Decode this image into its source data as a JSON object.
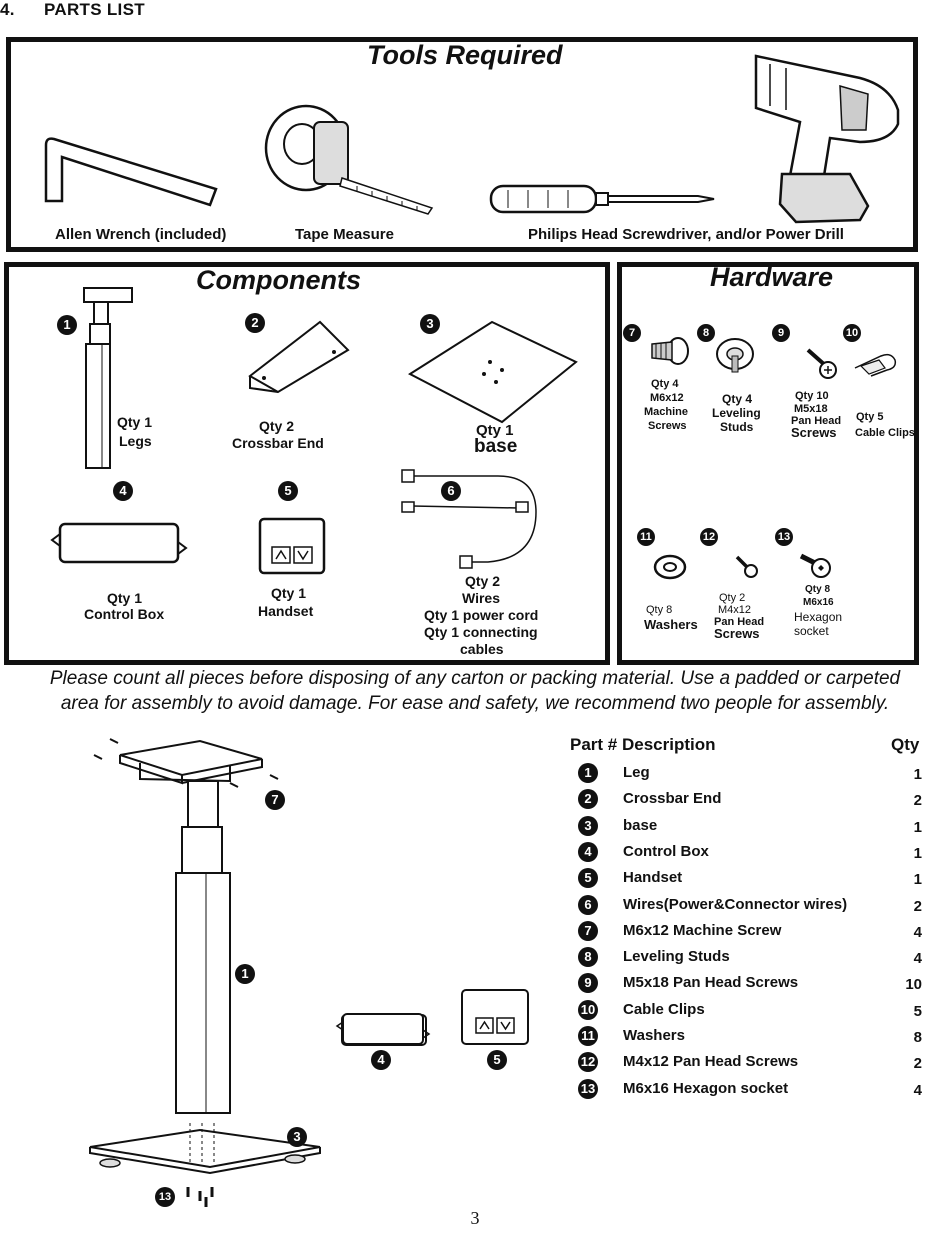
{
  "section": {
    "number": "4.",
    "title": "PARTS LIST"
  },
  "tools": {
    "title": "Tools Required",
    "items": [
      {
        "label": "Allen Wrench (included)",
        "icon": "allen-wrench-icon"
      },
      {
        "label": "Tape Measure",
        "icon": "tape-measure-icon"
      },
      {
        "label": "Philips Head Screwdriver, and/or Power Drill",
        "icon": "screwdriver-drill-icon"
      }
    ]
  },
  "components": {
    "title": "Components",
    "items": [
      {
        "num": "1",
        "qty": "Qty 1",
        "name": "Legs"
      },
      {
        "num": "2",
        "qty": "Qty 2",
        "name": "Crossbar End"
      },
      {
        "num": "3",
        "qty": "Qty 1",
        "name": "base"
      },
      {
        "num": "4",
        "qty": "Qty 1",
        "name": "Control Box"
      },
      {
        "num": "5",
        "qty": "Qty 1",
        "name": "Handset"
      },
      {
        "num": "6",
        "qty": "Qty 2",
        "name": "Wires",
        "line3": "Qty 1 power cord",
        "line4": "Qty 1 connecting",
        "line5": "cables"
      }
    ]
  },
  "hardware": {
    "title": "Hardware",
    "items": [
      {
        "num": "7",
        "qty": "Qty 4",
        "l1": "M6x12",
        "l2": "Machine",
        "l3": "Screws"
      },
      {
        "num": "8",
        "qty": "Qty 4",
        "l1": "Leveling",
        "l2": "Studs"
      },
      {
        "num": "9",
        "qty": "Qty 10",
        "l1": "M5x18",
        "l2": "Pan Head",
        "l3": "Screws"
      },
      {
        "num": "10",
        "qty": "Qty 5",
        "l1": "Cable Clips"
      },
      {
        "num": "11",
        "qty": "Qty 8",
        "l1": "Washers"
      },
      {
        "num": "12",
        "qty": "Qty 2",
        "l1": "M4x12",
        "l2": "Pan Head",
        "l3": "Screws"
      },
      {
        "num": "13",
        "qty": "Qty 8",
        "l1": "M6x16",
        "l2": "Hexagon",
        "l3": "socket"
      }
    ]
  },
  "note": {
    "line1": "Please count all pieces before disposing of any carton or packing material. Use a padded or carpeted",
    "line2": "area for assembly to avoid damage. For ease and safety, we recommend two people for assembly."
  },
  "diagram_labels": {
    "leg": "1",
    "base": "3",
    "control_box": "4",
    "handset": "5",
    "screw": "7",
    "hex": "13"
  },
  "parts_table": {
    "headers": {
      "part": "Part #",
      "description": "Description",
      "qty": "Qty"
    },
    "rows": [
      {
        "num": "1",
        "desc": "Leg",
        "qty": "1"
      },
      {
        "num": "2",
        "desc": "Crossbar End",
        "qty": "2"
      },
      {
        "num": "3",
        "desc": "base",
        "qty": "1"
      },
      {
        "num": "4",
        "desc": "Control Box",
        "qty": "1"
      },
      {
        "num": "5",
        "desc": "Handset",
        "qty": "1"
      },
      {
        "num": "6",
        "desc": "Wires(Power&Connector wires)",
        "qty": "2"
      },
      {
        "num": "7",
        "desc": "M6x12 Machine Screw",
        "qty": "4"
      },
      {
        "num": "8",
        "desc": "Leveling Studs",
        "qty": "4"
      },
      {
        "num": "9",
        "desc": "M5x18 Pan Head Screws",
        "qty": "10"
      },
      {
        "num": "10",
        "desc": "Cable Clips",
        "qty": "5"
      },
      {
        "num": "11",
        "desc": "Washers",
        "qty": "8"
      },
      {
        "num": "12",
        "desc": "M4x12 Pan Head Screws",
        "qty": "2"
      },
      {
        "num": "13",
        "desc": "M6x16 Hexagon socket",
        "qty": "4"
      }
    ]
  },
  "page_number": "3"
}
